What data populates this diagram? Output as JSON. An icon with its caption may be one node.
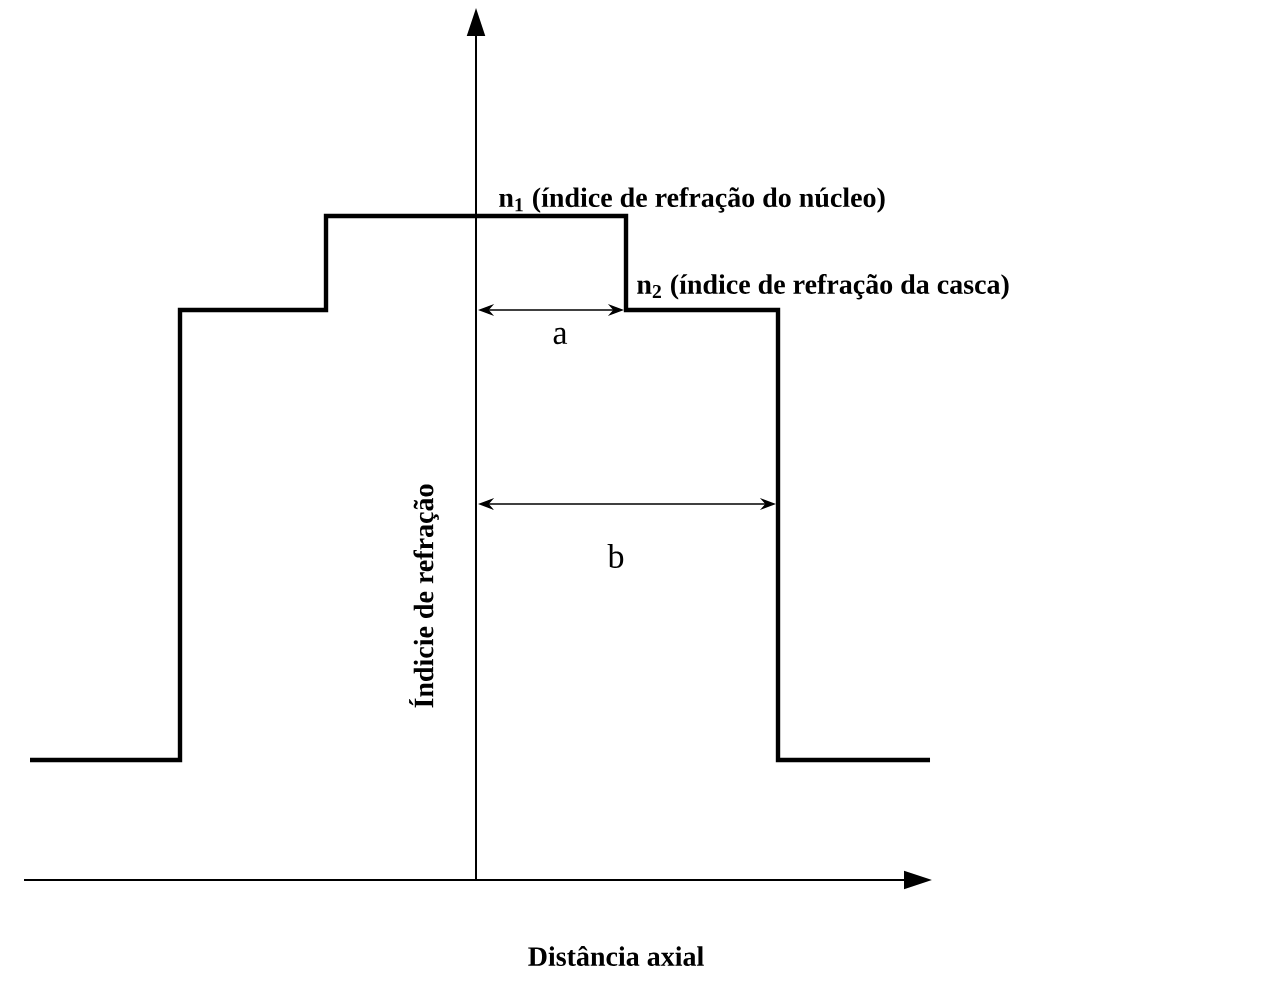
{
  "diagram": {
    "labels": [
      "n$_{1}$ (índice de refração do núcleo)",
      "n$_{2}$ (índice de refração da casca)",
      "a",
      "b",
      "Índicie de refração",
      "Distância axial"
    ]
  }
}
